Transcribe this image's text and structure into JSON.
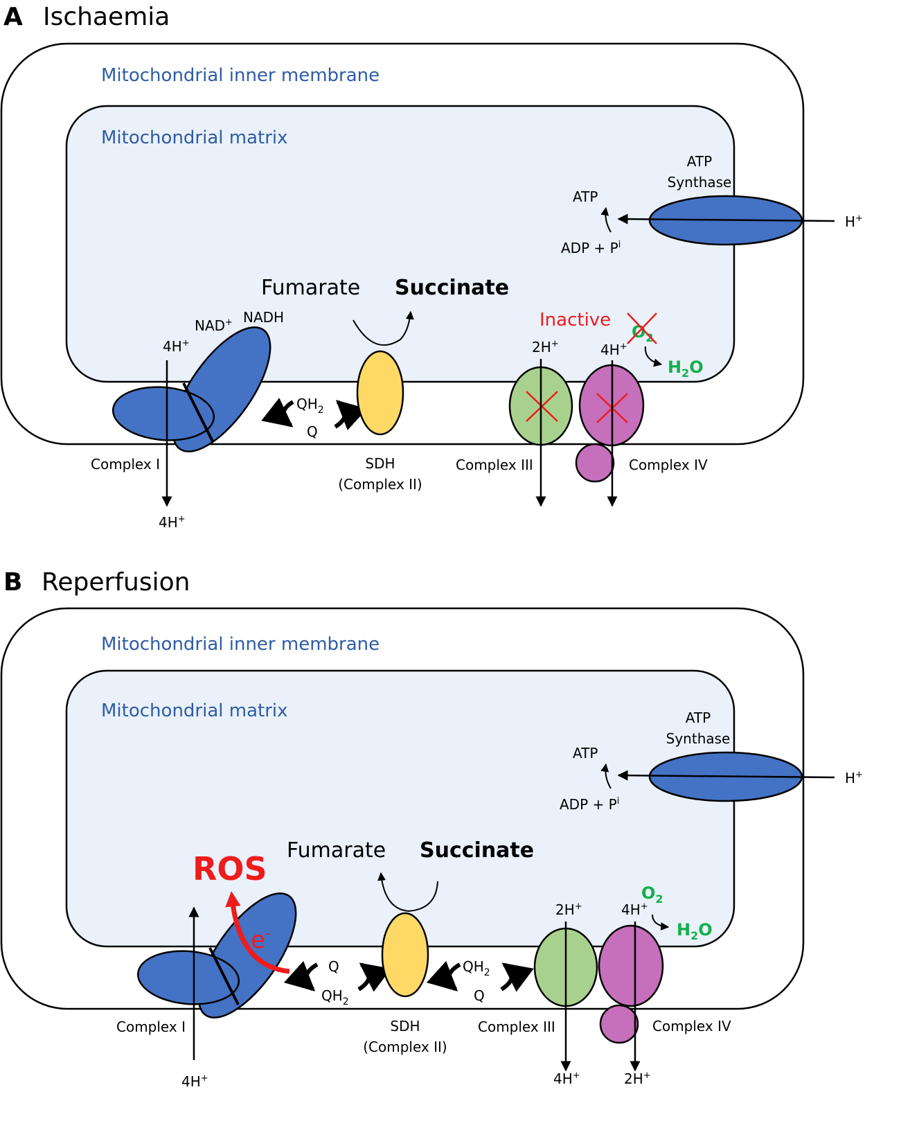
{
  "panels": [
    {
      "letter": "A",
      "title": "Ischaemia",
      "inner_membrane": "Mitochondrial inner membrane",
      "matrix": "Mitochondrial matrix",
      "atp_synthase": [
        "ATP",
        "Synthase"
      ],
      "atp": "ATP",
      "adp": "ADP + P",
      "adp_sup": "i",
      "h_plus": "H",
      "fumarate": "Fumarate",
      "succinate": "Succinate",
      "nad": "NAD",
      "nadh": "NADH",
      "complex1_top": "4H",
      "complex1_bottom": "4H",
      "qh2": "QH",
      "q": "Q",
      "sdh": [
        "SDH",
        "(Complex II)"
      ],
      "inactive": "Inactive",
      "c3_top": "2H",
      "c4_top": "4H",
      "o2": "O",
      "h2o": [
        "H",
        "O"
      ],
      "complex1": "Complex I",
      "complex3": "Complex III",
      "complex4": "Complex IV"
    },
    {
      "letter": "B",
      "title": "Reperfusion",
      "inner_membrane": "Mitochondrial inner membrane",
      "matrix": "Mitochondrial matrix",
      "atp_synthase": [
        "ATP",
        "Synthase"
      ],
      "atp": "ATP",
      "adp": "ADP + P",
      "adp_sup": "i",
      "h_plus": "H",
      "fumarate": "Fumarate",
      "succinate": "Succinate",
      "ros": "ROS",
      "electron": "e",
      "q": "Q",
      "qh2": "QH",
      "sdh": [
        "SDH",
        "(Complex II)"
      ],
      "c3_top": "2H",
      "c4_top": "4H",
      "o2": "O",
      "h2o": [
        "H",
        "O"
      ],
      "complex1": "Complex I",
      "complex1_bottom": "4H",
      "complex3": "Complex III",
      "complex4": "Complex IV",
      "c3_bottom": "4H",
      "c4_bottom": "2H"
    }
  ],
  "scripts": {
    "plus": "+",
    "minus": "-",
    "two": "2"
  },
  "colors": {
    "complex1": "#4472c4",
    "sdh": "#ffd966",
    "complex3": "#a9d18e",
    "complex4": "#c66fba",
    "matrix": "#eaf1fa",
    "label_blue": "#2e5ca6",
    "o2_green": "#12b04a",
    "red": "#ee1c1c"
  }
}
